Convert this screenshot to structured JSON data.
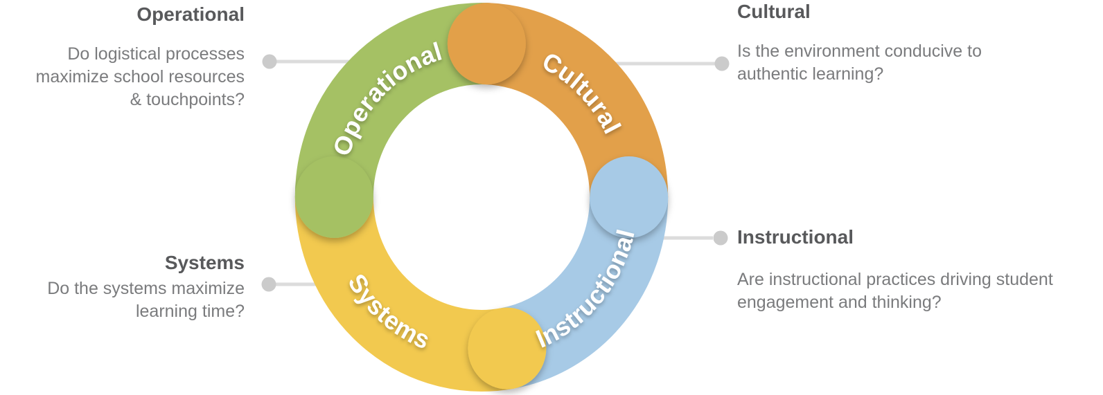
{
  "diagram": {
    "type": "cycle-donut",
    "label_color": "#ffffff",
    "connector_color": "#dcdcdc",
    "dot_color": "#cbcbcb",
    "segments": [
      {
        "id": "operational",
        "label": "Operational",
        "color": "#a5c164"
      },
      {
        "id": "cultural",
        "label": "Cultural",
        "color": "#e2a04a"
      },
      {
        "id": "instructional",
        "label": "Instructional",
        "color": "#a7cae6"
      },
      {
        "id": "systems",
        "label": "Systems",
        "color": "#f2c94f"
      }
    ]
  },
  "callouts": [
    {
      "id": "operational",
      "title": "Operational",
      "question": "Do logistical processes\nmaximize school resources\n& touchpoints?"
    },
    {
      "id": "cultural",
      "title": "Cultural",
      "question": "Is the environment conducive to\nauthentic learning?"
    },
    {
      "id": "systems",
      "title": "Systems",
      "question": "Do the systems maximize\nlearning time?"
    },
    {
      "id": "instructional",
      "title": "Instructional",
      "question": "Are instructional practices driving student\nengagement and thinking?"
    }
  ]
}
